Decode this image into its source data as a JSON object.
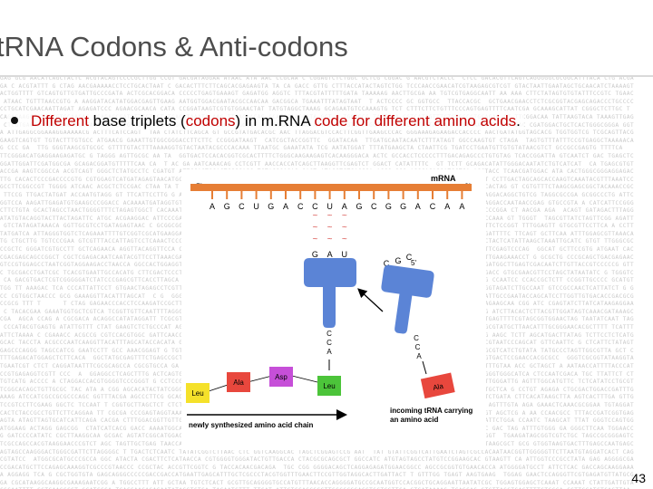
{
  "slide": {
    "title": "tRNA Codons & Anti-codons",
    "bullet": {
      "parts": [
        {
          "text": "Different",
          "color": "#c00000"
        },
        {
          "text": " base triplets (",
          "color": "#000000"
        },
        {
          "text": "codons",
          "color": "#c00000"
        },
        {
          "text": ") in m.RNA ",
          "color": "#000000"
        },
        {
          "text": "code for different amino acids",
          "color": "#c00000"
        },
        {
          "text": ".",
          "color": "#000000"
        }
      ]
    },
    "page_number": "43"
  },
  "diagram": {
    "mrna_label": "mRNA",
    "five_prime": "5'",
    "three_prime": "3'",
    "mrna_bases": [
      "A",
      "G",
      "C",
      "U",
      "G",
      "A",
      "C",
      "C",
      "U",
      "A",
      "G",
      "C",
      "G",
      "G",
      "A",
      "C",
      "A",
      "A"
    ],
    "anticodon_bound": [
      "G",
      "A",
      "U"
    ],
    "anticodon_incoming": [
      "C",
      "G",
      "C"
    ],
    "trna_bound_tail": [
      "C",
      "C",
      "A"
    ],
    "trna_incoming_tail": [
      "C",
      "C",
      "A"
    ],
    "pairing_mark": "~",
    "amino_acids_chain": [
      {
        "label": "Leu",
        "color": "#f5e12a"
      },
      {
        "label": "Ala",
        "color": "#e8473d"
      },
      {
        "label": "Asp",
        "color": "#c64fd8"
      },
      {
        "label": "Leu",
        "color": "#4cc43a"
      }
    ],
    "incoming_amino_acid": {
      "label": "Ala",
      "color": "#e8473d"
    },
    "chain_caption": "newly synthesized amino acid chain",
    "incoming_caption_line1": "incoming tRNA carrying",
    "incoming_caption_line2": "an amino acid",
    "colors": {
      "mrna_bar": "#e67e35",
      "trna": "#5b84d6"
    }
  }
}
